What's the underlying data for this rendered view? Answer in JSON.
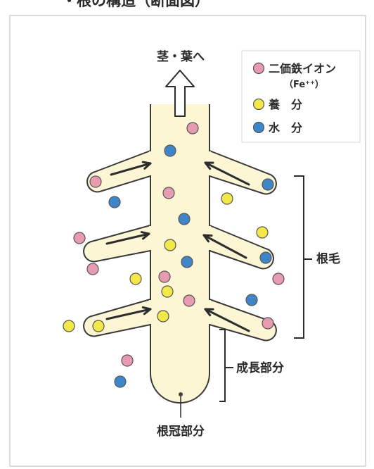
{
  "header": {
    "title_fragment": "・根の構造（断面図）"
  },
  "legend": {
    "items": [
      {
        "key": "iron",
        "label": "二価鉄イオン",
        "sublabel": "（Fe⁺⁺）",
        "color": "#e89bb0"
      },
      {
        "key": "nutrient",
        "label": "養　分",
        "color": "#f2e84a"
      },
      {
        "key": "water",
        "label": "水　分",
        "color": "#3f86c9"
      }
    ]
  },
  "labels": {
    "top_arrow": "茎・葉へ",
    "root_hair": "根毛",
    "growth_zone": "成長部分",
    "root_cap": "根冠部分"
  },
  "colors": {
    "root_fill": "#fdf6d4",
    "root_stroke": "#3a3a3a",
    "arrow": "#2d2d2d",
    "frame": "#cfcfcf"
  },
  "particles": [
    {
      "type": "iron",
      "in_root": true
    },
    {
      "type": "water",
      "in_root": true
    },
    {
      "type": "iron",
      "in_root": true
    },
    {
      "type": "water",
      "in_root": true
    },
    {
      "type": "nutrient",
      "in_root": true
    },
    {
      "type": "water",
      "in_root": true
    },
    {
      "type": "iron",
      "in_root": true
    },
    {
      "type": "nutrient",
      "in_root": true
    },
    {
      "type": "iron",
      "in_root": true
    },
    {
      "type": "nutrient",
      "in_root": true
    },
    {
      "type": "iron",
      "in_root": true
    },
    {
      "type": "water",
      "in_root": true
    },
    {
      "type": "iron",
      "in_root": true
    },
    {
      "type": "nutrient",
      "in_root": true
    },
    {
      "type": "iron",
      "in_root": true
    },
    {
      "type": "water",
      "in_root": false
    },
    {
      "type": "nutrient",
      "in_root": false
    },
    {
      "type": "iron",
      "in_root": false
    },
    {
      "type": "water",
      "in_root": false
    },
    {
      "type": "nutrient",
      "in_root": false
    },
    {
      "type": "iron",
      "in_root": false
    },
    {
      "type": "nutrient",
      "in_root": false
    },
    {
      "type": "nutrient",
      "in_root": false
    },
    {
      "type": "water",
      "in_root": false
    },
    {
      "type": "iron",
      "in_root": false
    },
    {
      "type": "water",
      "in_root": false
    }
  ]
}
